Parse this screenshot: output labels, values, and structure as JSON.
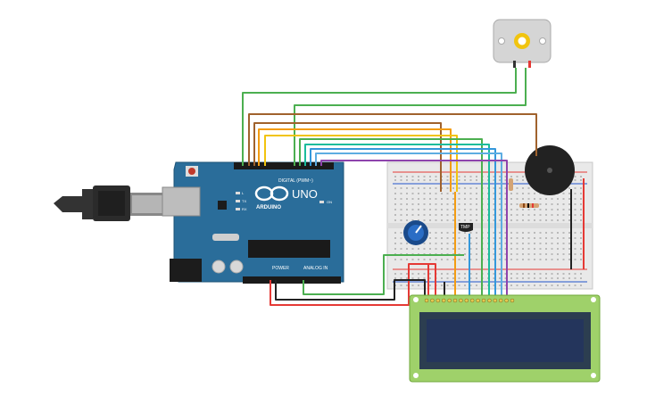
{
  "arduino": {
    "brand": "ARDUINO",
    "model": "UNO",
    "digital_header": "DIGITAL (PWM~)",
    "power_header": "POWER",
    "analog_header": "ANALOG IN",
    "on_label": "ON",
    "tx_label": "TX",
    "rx_label": "RX",
    "l_label": "L"
  },
  "sensor": {
    "label": "TMP"
  },
  "colors": {
    "board": "#2a6d9a",
    "breadboard": "#e9e9e9",
    "lcd_pcb": "#9fd16a",
    "lcd_screen": "#24355c",
    "wire_green": "#4caf50",
    "wire_brown": "#a0622d",
    "wire_orange": "#f39c12",
    "wire_yellow": "#f1c40f",
    "wire_teal": "#1abc9c",
    "wire_blue": "#3498db",
    "wire_purple": "#8e44ad",
    "wire_red": "#e53935",
    "wire_black": "#222222"
  },
  "components": {
    "usb_cable": "usb-cable-icon",
    "motor": "dc-motor-icon",
    "buzzer": "piezo-buzzer-icon",
    "potentiometer": "potentiometer-icon",
    "lcd": "lcd-16x2-icon",
    "resistor": "resistor-icon"
  }
}
